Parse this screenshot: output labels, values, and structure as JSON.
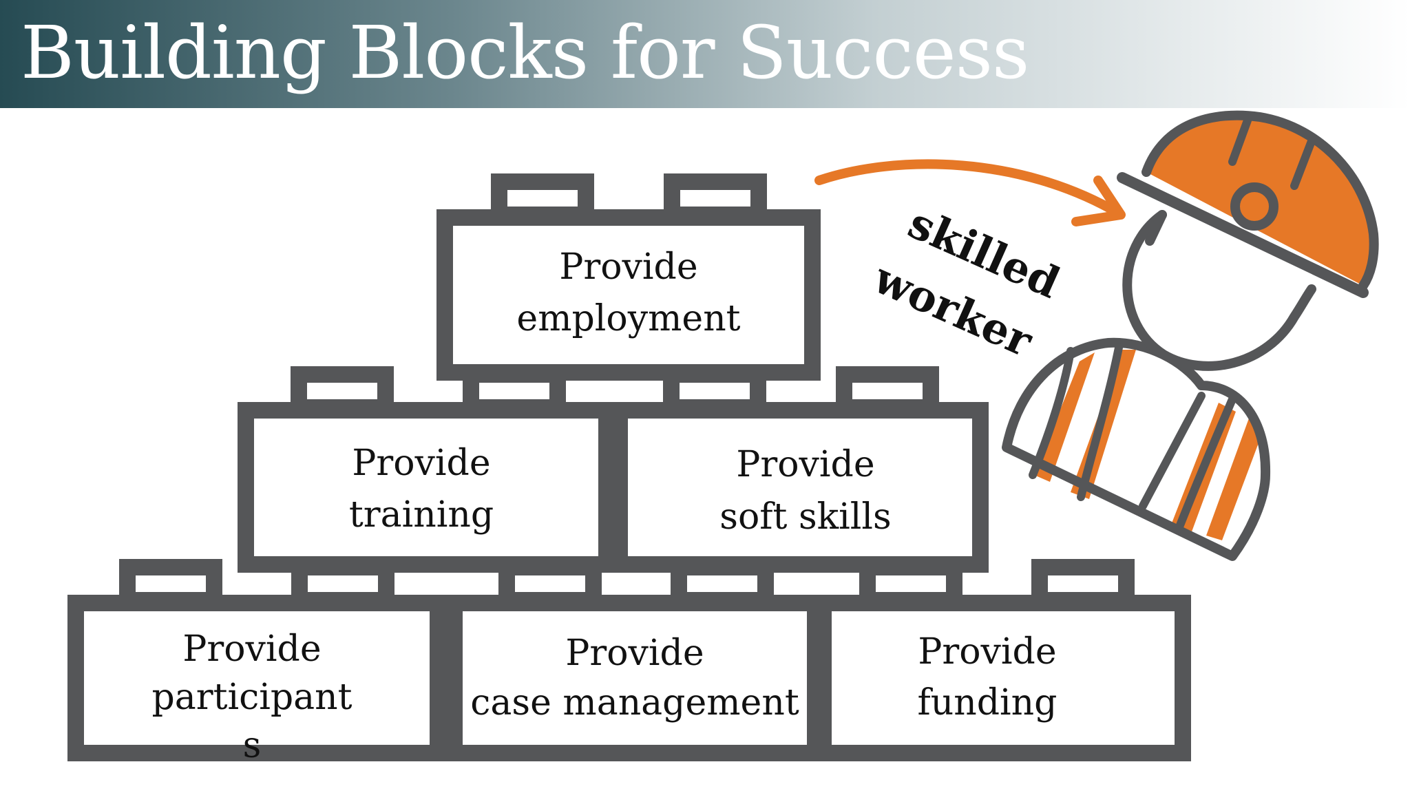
{
  "title": "Building Blocks for  Success",
  "colors": {
    "header_dark": "#2c525b",
    "header_mid": "#7b9299",
    "header_light": "#ffffff",
    "brick_outline": "#555658",
    "brick_fill": "#ffffff",
    "accent_orange": "#e67827",
    "text": "#111111"
  },
  "blocks": {
    "top": {
      "line1": "Provide",
      "line2": "employment"
    },
    "middle_left": {
      "line1": "Provide",
      "line2": "training"
    },
    "middle_right": {
      "line1": "Provide",
      "line2": "soft skills"
    },
    "bottom_left": {
      "line1": "Provide",
      "line2": "participant",
      "line3": "s"
    },
    "bottom_center": {
      "line1": "Provide",
      "line2": "case management"
    },
    "bottom_right": {
      "line1": "Provide",
      "line2": "funding"
    }
  },
  "annotation": {
    "line1": "skilled",
    "line2": "worker"
  },
  "icons": [
    "construction-worker-icon",
    "curved-arrow-icon"
  ]
}
